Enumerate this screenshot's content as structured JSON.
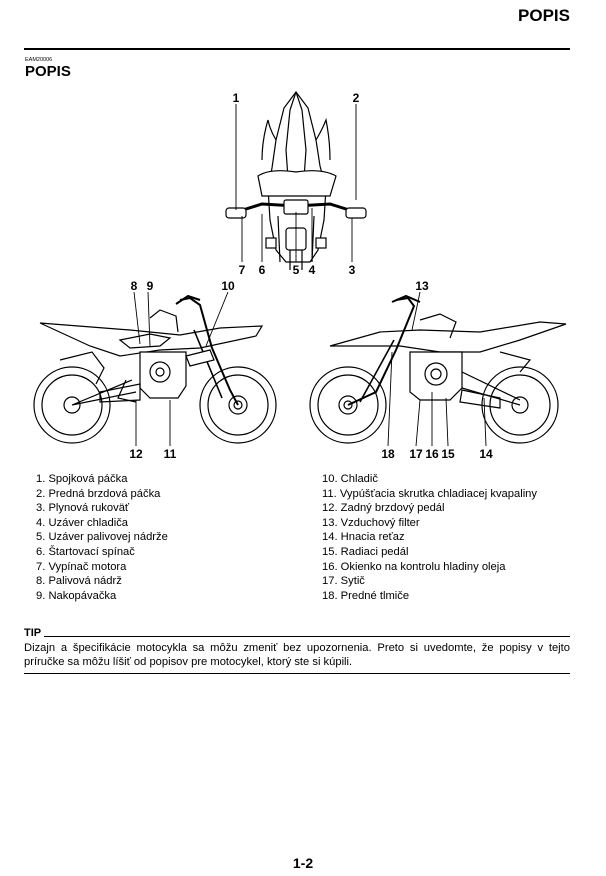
{
  "header": {
    "title": "POPIS"
  },
  "section": {
    "code": "EAM20006",
    "title": "POPIS"
  },
  "callouts": [
    "1",
    "2",
    "3",
    "4",
    "5",
    "6",
    "7",
    "8",
    "9",
    "10",
    "11",
    "12",
    "13",
    "14",
    "15",
    "16",
    "17",
    "18"
  ],
  "parts_left": [
    "1.  Spojková páčka",
    "2.  Predná brzdová páčka",
    "3.  Plynová rukoväť",
    "4.  Uzáver chladiča",
    "5.  Uzáver palivovej nádrže",
    "6.  Štartovací spínač",
    "7.  Vypínač motora",
    "8.  Palivová nádrž",
    "9.  Nakopávačka"
  ],
  "parts_right": [
    "10. Chladič",
    "11. Vypúšťacia skrutka chladiacej kvapaliny",
    "12. Zadný brzdový pedál",
    "13. Vzduchový filter",
    "14. Hnacia reťaz",
    "15. Radiaci pedál",
    "16. Okienko na kontrolu hladiny oleja",
    "17. Sytič",
    "18. Predné tlmiče"
  ],
  "tip": {
    "label": "TIP",
    "text": "Dizajn a špecifikácie motocykla sa môžu zmeniť bez upozornenia. Preto si uvedomte, že popisy v tejto príručke sa môžu líšiť od popisov pre motocykel, ktorý ste si kúpili."
  },
  "page_number": "1-2"
}
